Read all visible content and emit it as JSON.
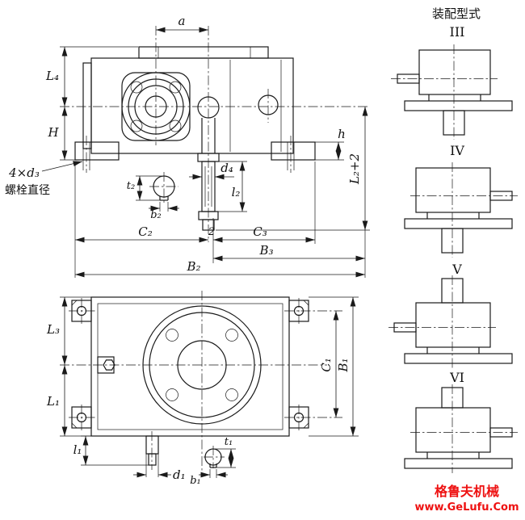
{
  "front_view": {
    "dim_a": "a",
    "dim_L4": "L₄",
    "dim_H": "H",
    "dim_bolt": "4×d₃",
    "dim_bolt_caption": "螺栓直径",
    "dim_h": "h",
    "dim_L2": "L₂+2",
    "dim_d4": "d₄",
    "dim_t2": "t₂",
    "dim_b2": "b₂",
    "dim_l2": "l₂",
    "dim_C2": "C₂",
    "dim_offset2": "2",
    "dim_C3": "C₃",
    "dim_B3": "B₃",
    "dim_B2": "B₂"
  },
  "plan_view": {
    "dim_L3": "L₃",
    "dim_L1": "L₁",
    "dim_l1": "l₁",
    "dim_d1": "d₁",
    "dim_b1": "b₁",
    "dim_t1": "t₁",
    "dim_C1": "C₁",
    "dim_B1": "B₁"
  },
  "assembly_panel": {
    "title": "装配型式",
    "types": [
      {
        "label": "III"
      },
      {
        "label": "IV"
      },
      {
        "label": "V"
      },
      {
        "label": "VI"
      }
    ]
  },
  "watermark": {
    "brand": "格鲁夫机械",
    "url": "www.GeLufu.Com"
  },
  "colors": {
    "line": "#1a1a1a",
    "watermark": "#ee1111"
  }
}
